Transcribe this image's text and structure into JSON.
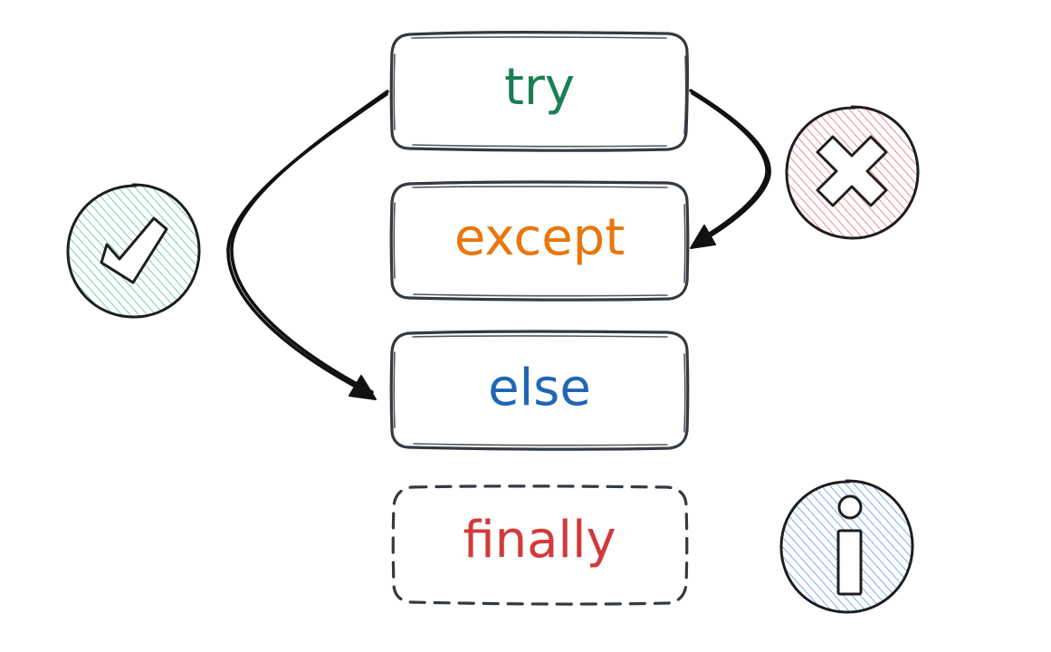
{
  "blocks": [
    {
      "id": "try",
      "label": "try",
      "color": "#1a7f55",
      "style": "solid"
    },
    {
      "id": "except",
      "label": "except",
      "color": "#e8770c",
      "style": "solid"
    },
    {
      "id": "else",
      "label": "else",
      "color": "#1f66b5",
      "style": "solid"
    },
    {
      "id": "finally",
      "label": "finally",
      "color": "#d23a3a",
      "style": "dashed"
    }
  ],
  "flows": [
    {
      "from": "try",
      "to": "else",
      "condition": "success",
      "icon": "checkmark-icon",
      "color": "#38b381"
    },
    {
      "from": "try",
      "to": "except",
      "condition": "error",
      "icon": "x-mark-icon",
      "color": "#e84f57"
    }
  ],
  "info_icon": {
    "icon": "info-icon",
    "color": "#2f86e0"
  },
  "colors": {
    "box_stroke": "#343a40",
    "arrow": "#111111",
    "background": "#ffffff"
  }
}
